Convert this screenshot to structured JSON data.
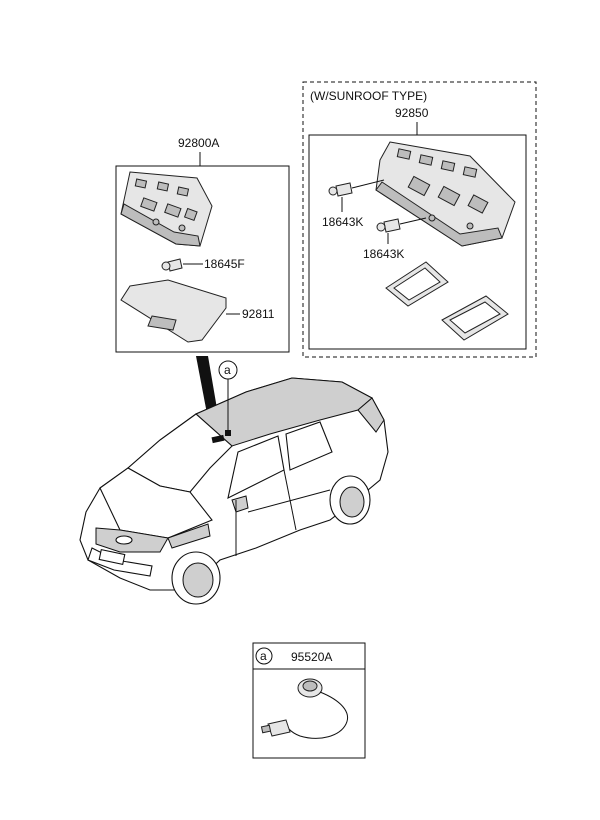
{
  "left_box": {
    "label": "92800A",
    "parts": [
      {
        "label": "18645F"
      },
      {
        "label": "92811"
      }
    ]
  },
  "right_box": {
    "title": "(W/SUNROOF TYPE)",
    "label": "92850",
    "parts": [
      {
        "label": "18643K"
      },
      {
        "label": "18643K"
      }
    ]
  },
  "car": {
    "callout": "a"
  },
  "inset": {
    "callout": "a",
    "label": "95520A"
  },
  "colors": {
    "line": "#111111",
    "part_fill": "#e6e6e6",
    "part_dark": "#bdbdbd"
  }
}
